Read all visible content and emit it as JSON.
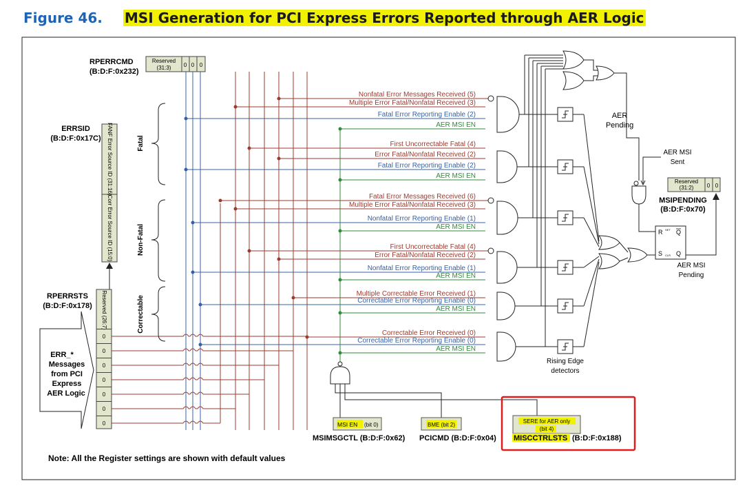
{
  "figure": {
    "number": "Figure 46.",
    "caption": "MSI Generation for PCI Express Errors Reported through AER Logic"
  },
  "registers": {
    "rperrcmd": {
      "name": "RPERRCMD",
      "addr": "(B:D:F:0x232)",
      "reserved": "Reserved",
      "reserved_bits": "(31:3)",
      "bits": [
        "0",
        "0",
        "0"
      ]
    },
    "errsid": {
      "name": "ERRSID",
      "addr": "(B:D:F:0x17C)",
      "fields": [
        "FANF Error Source ID (31:16)",
        "Corr Error Source ID (15:0)"
      ]
    },
    "rperrsts": {
      "name": "RPERRSTS",
      "addr": "(B:D:F:0x178)",
      "reserved": "Reserved (26:7)",
      "bits": [
        "0",
        "0",
        "0",
        "0",
        "0",
        "0",
        "0"
      ]
    },
    "msipending": {
      "name": "MSIPENDING",
      "addr": "(B:D:F:0x70)",
      "reserved": "Reserved",
      "reserved_bits": "(31:2)",
      "bits": [
        "0",
        "0"
      ]
    },
    "msimsgctl": {
      "name": "MSIMSGCTL (B:D:F:0x62)",
      "field_name": "MSI EN",
      "field_bit": "(bit 0)"
    },
    "pcicmd": {
      "name": "PCICMD (B:D:F:0x04)",
      "field": "BME (bit 2)"
    },
    "miscctrlsts": {
      "name": "MISCCTRLSTS",
      "addr": "(B:D:F:0x188)",
      "field_line1": "SERE for AER only",
      "field_line2": "(bit 4)"
    }
  },
  "groups": {
    "fatal": "Fatal",
    "nonfatal": "Non-Fatal",
    "correctable": "Correctable"
  },
  "err_messages": [
    "ERR_*",
    "Messages",
    "from PCI",
    "Express",
    "AER Logic"
  ],
  "signals": [
    "Nonfatal Error Messages Received (5)",
    "Multiple Error Fatal/Nonfatal Received (3)",
    "Fatal Error Reporting Enable (2)",
    "AER MSI EN",
    "First Uncorrectable Fatal (4)",
    "Error Fatal/Nonfatal Received (2)",
    "Fatal Error Reporting Enable (2)",
    "AER MSI EN",
    "Fatal Error Messages Received (6)",
    "Multiple Error Fatal/Nonfatal Received (3)",
    "Nonfatal Error Reporting Enable (1)",
    "AER MSI EN",
    "First Uncorrectable Fatal (4)",
    "Error Fatal/Nonfatal Received (2)",
    "Nonfatal Error Reporting Enable (1)",
    "AER MSI EN",
    "Multiple Correctable Error Received (1)",
    "Correctable Error Reporting Enable (0)",
    "AER MSI EN",
    "Correctable Error Received (0)",
    "Correctable Error Reporting Enable (0)",
    "AER MSI EN"
  ],
  "labels": {
    "aer_pending": [
      "AER",
      "Pending"
    ],
    "aer_msi_sent": [
      "AER MSI",
      "Sent"
    ],
    "aer_msi_pending": [
      "AER MSI",
      "Pending"
    ],
    "rising_edge": [
      "Rising Edge",
      "detectors"
    ],
    "ff_r": "R",
    "ff_s": "S",
    "ff_q": "Q",
    "ff_set": "SET",
    "ff_clr": "CLR"
  },
  "note": "Note: All the Register settings are shown with default values",
  "colors": {
    "figure_num": "#1e64b4",
    "highlight": "#f2f200",
    "reg_fill": "#e2e6cc",
    "fatal_wire": "#9b3a2e",
    "enable_wire": "#3460a8",
    "msi_wire": "#2f8c3a",
    "box_red": "#e01b1b"
  }
}
